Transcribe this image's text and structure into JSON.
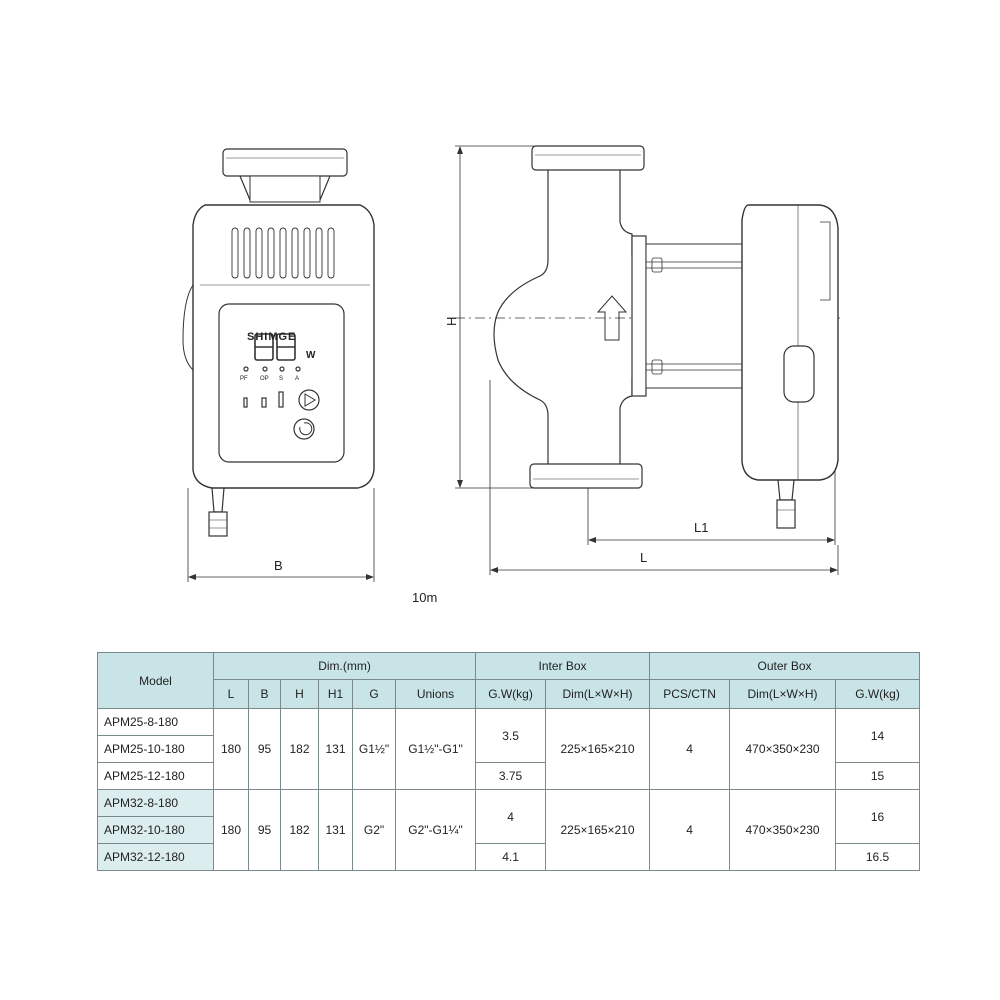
{
  "drawing": {
    "dim_labels": {
      "b": "B",
      "h": "H",
      "l1": "L1",
      "l": "L"
    },
    "brand_text": "SHIMGE",
    "display_digits": "888",
    "display_unit": "W",
    "indicators": [
      "PF",
      "OP",
      "S",
      "A"
    ]
  },
  "scale_note": "10m",
  "table": {
    "header": {
      "model": "Model",
      "dim": "Dim.(mm)",
      "inter_box": "Inter Box",
      "outer_box": "Outer Box",
      "columns": [
        "L",
        "B",
        "H",
        "H1",
        "G",
        "Unions",
        "G.W(kg)",
        "Dim(L×W×H)",
        "PCS/CTN",
        "Dim(L×W×H)",
        "G.W(kg)"
      ]
    },
    "groups": [
      {
        "models": [
          "APM25-8-180",
          "APM25-10-180",
          "APM25-12-180"
        ],
        "L": "180",
        "B": "95",
        "H": "182",
        "H1": "131",
        "G": "G1½\"",
        "unions": "G1½\"-G1\"",
        "inter_gw": [
          "3.5",
          "3.75"
        ],
        "inter_dim": "225×165×210",
        "pcs": "4",
        "outer_dim": "470×350×230",
        "outer_gw": [
          "14",
          "15"
        ]
      },
      {
        "models": [
          "APM32-8-180",
          "APM32-10-180",
          "APM32-12-180"
        ],
        "L": "180",
        "B": "95",
        "H": "182",
        "H1": "131",
        "G": "G2\"",
        "unions": "G2\"-G1¼\"",
        "inter_gw": [
          "4",
          "4.1"
        ],
        "inter_dim": "225×165×210",
        "pcs": "4",
        "outer_dim": "470×350×230",
        "outer_gw": [
          "16",
          "16.5"
        ]
      }
    ]
  }
}
